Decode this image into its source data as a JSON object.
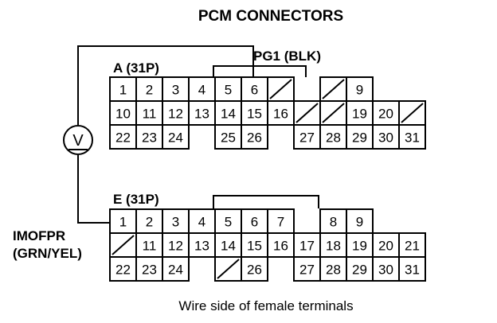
{
  "title": "PCM CONNECTORS",
  "connector_a": {
    "label": "A (31P)",
    "rows": [
      [
        "1",
        "2",
        "3",
        "4",
        "5",
        "6",
        "/",
        "",
        "/",
        "9"
      ],
      [
        "10",
        "11",
        "12",
        "13",
        "14",
        "15",
        "16",
        "/",
        "/",
        "19",
        "20",
        "/"
      ],
      [
        "22",
        "23",
        "24",
        "",
        "25",
        "26",
        "",
        "27",
        "28",
        "29",
        "30",
        "31"
      ]
    ]
  },
  "pg1_label": "PG1 (BLK)",
  "connector_e": {
    "label": "E (31P)",
    "rows": [
      [
        "1",
        "2",
        "3",
        "4",
        "5",
        "6",
        "7",
        "",
        "8",
        "9"
      ],
      [
        "/",
        "11",
        "12",
        "13",
        "14",
        "15",
        "16",
        "17",
        "18",
        "19",
        "20",
        "21"
      ],
      [
        "22",
        "23",
        "24",
        "",
        "/",
        "26",
        "",
        "27",
        "28",
        "29",
        "30",
        "31"
      ]
    ]
  },
  "wire_label_line1": "IMOFPR",
  "wire_label_line2": "(GRN/YEL)",
  "voltmeter_symbol": "V",
  "footer": "Wire side of female terminals"
}
